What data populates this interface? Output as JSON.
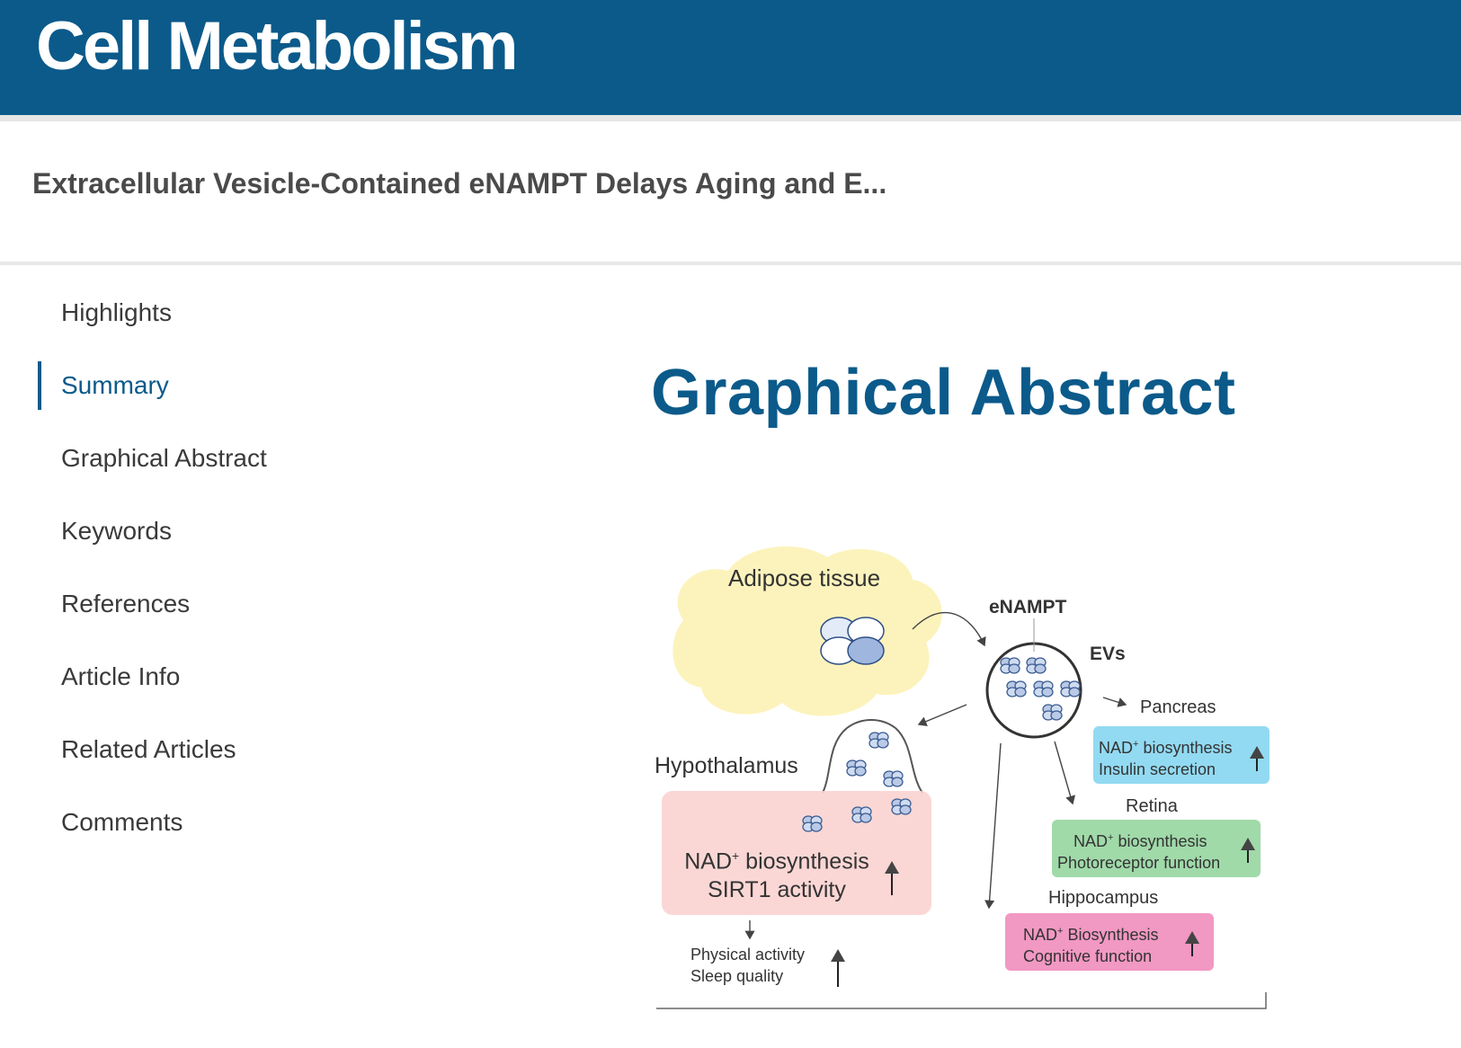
{
  "header": {
    "brand": "Cell Metabolism"
  },
  "article": {
    "title": "Extracellular Vesicle-Contained eNAMPT Delays Aging and E..."
  },
  "nav": {
    "items": [
      {
        "label": "Highlights",
        "active": false
      },
      {
        "label": "Summary",
        "active": true
      },
      {
        "label": "Graphical Abstract",
        "active": false
      },
      {
        "label": "Keywords",
        "active": false
      },
      {
        "label": "References",
        "active": false
      },
      {
        "label": "Article Info",
        "active": false
      },
      {
        "label": "Related Articles",
        "active": false
      },
      {
        "label": "Comments",
        "active": false
      }
    ]
  },
  "main": {
    "heading": "Graphical Abstract"
  },
  "figure": {
    "adipose": "Adipose tissue",
    "enampt": "eNAMPT",
    "evs": "EVs",
    "pancreas": "Pancreas",
    "pancreas_line1": "NAD",
    "pancreas_line1b": "biosynthesis",
    "pancreas_line2": "Insulin secretion",
    "retina": "Retina",
    "retina_line1": "NAD",
    "retina_line1b": "biosynthesis",
    "retina_line2": "Photoreceptor function",
    "hippocampus": "Hippocampus",
    "hippo_line1": "NAD",
    "hippo_line1b": "Biosynthesis",
    "hippo_line2": "Cognitive function",
    "hypothalamus": "Hypothalamus",
    "hypo_line1": "NAD",
    "hypo_line1b": "biosynthesis",
    "hypo_line2": "SIRT1 activity",
    "phys_line1": "Physical activity",
    "phys_line2": "Sleep quality",
    "superscript": "+",
    "colors": {
      "pancreas_box": "#7fd3f0",
      "retina_box": "#8fd49a",
      "hippo_box": "#ef86b8",
      "hypo_box": "#f9d3d0",
      "adipose": "#fbf1b0"
    }
  }
}
